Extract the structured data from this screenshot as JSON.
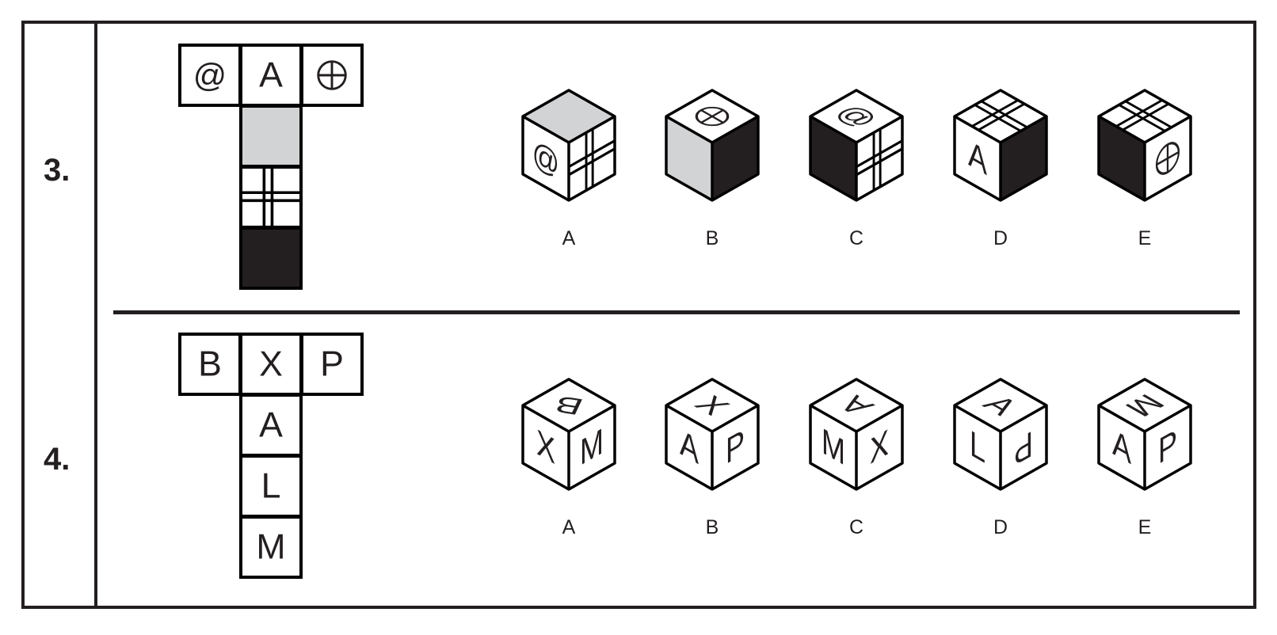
{
  "colors": {
    "ink": "#231f20",
    "gray": "#d1d3d4",
    "black": "#231f20",
    "white": "#ffffff"
  },
  "questions": [
    {
      "number": "3.",
      "net": {
        "top_row": [
          {
            "symbol": "@"
          },
          {
            "symbol": "A"
          },
          {
            "symbol": "circle-cross"
          }
        ],
        "column": [
          {
            "fill": "gray"
          },
          {
            "pattern": "grid"
          },
          {
            "fill": "black"
          }
        ]
      },
      "options": [
        {
          "label": "A",
          "top": {
            "fill": "gray"
          },
          "left": {
            "symbol": "@"
          },
          "right": {
            "pattern": "grid"
          }
        },
        {
          "label": "B",
          "top": {
            "symbol": "circle-cross"
          },
          "left": {
            "fill": "gray"
          },
          "right": {
            "fill": "black"
          }
        },
        {
          "label": "C",
          "top": {
            "symbol": "@"
          },
          "left": {
            "fill": "black"
          },
          "right": {
            "pattern": "grid"
          }
        },
        {
          "label": "D",
          "top": {
            "pattern": "grid"
          },
          "left": {
            "symbol": "A"
          },
          "right": {
            "fill": "black"
          }
        },
        {
          "label": "E",
          "top": {
            "pattern": "grid"
          },
          "left": {
            "fill": "black"
          },
          "right": {
            "symbol": "circle-cross"
          }
        }
      ]
    },
    {
      "number": "4.",
      "net": {
        "top_row": [
          {
            "symbol": "B"
          },
          {
            "symbol": "X"
          },
          {
            "symbol": "P"
          }
        ],
        "column": [
          {
            "symbol": "A"
          },
          {
            "symbol": "L"
          },
          {
            "symbol": "M"
          }
        ]
      },
      "options": [
        {
          "label": "A",
          "top": {
            "symbol": "B",
            "rot": 150
          },
          "left": {
            "symbol": "X"
          },
          "right": {
            "symbol": "M"
          }
        },
        {
          "label": "B",
          "top": {
            "symbol": "X"
          },
          "left": {
            "symbol": "A"
          },
          "right": {
            "symbol": "P"
          }
        },
        {
          "label": "C",
          "top": {
            "symbol": "A",
            "rot": 180
          },
          "left": {
            "symbol": "M"
          },
          "right": {
            "symbol": "X"
          }
        },
        {
          "label": "D",
          "top": {
            "symbol": "A"
          },
          "left": {
            "symbol": "L"
          },
          "right": {
            "symbol": "P",
            "rot": 180
          }
        },
        {
          "label": "E",
          "top": {
            "symbol": "M",
            "rot": 90
          },
          "left": {
            "symbol": "A"
          },
          "right": {
            "symbol": "P"
          }
        }
      ]
    }
  ]
}
